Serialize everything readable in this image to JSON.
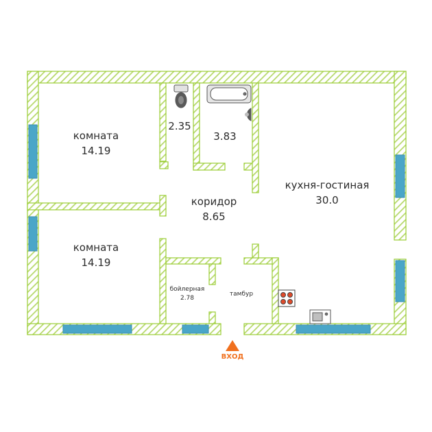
{
  "colors": {
    "wall_stroke": "#9acd32",
    "wall_hatch": "#b6d86a",
    "window": "#4aa6c8",
    "entry": "#f0701e",
    "text": "#2b2b2b"
  },
  "rooms": {
    "room_top": {
      "name": "комната",
      "area": "14.19"
    },
    "wc": {
      "area": "2.35"
    },
    "bathroom": {
      "area": "3.83"
    },
    "kitchen_living": {
      "name": "кухня-гостиная",
      "area": "30.0"
    },
    "corridor": {
      "name": "коридор",
      "area": "8.65"
    },
    "room_bottom": {
      "name": "комната",
      "area": "14.19"
    },
    "boiler": {
      "name": "бойлерная",
      "area": "2.78"
    },
    "vestibule": {
      "name": "тамбур"
    }
  },
  "entrance": {
    "label": "ВХОД"
  },
  "fixtures": [
    "toilet-icon",
    "bathtub-icon",
    "washbasin-icon",
    "stove-icon",
    "kitchen-sink-icon",
    "entry-arrow-icon"
  ]
}
